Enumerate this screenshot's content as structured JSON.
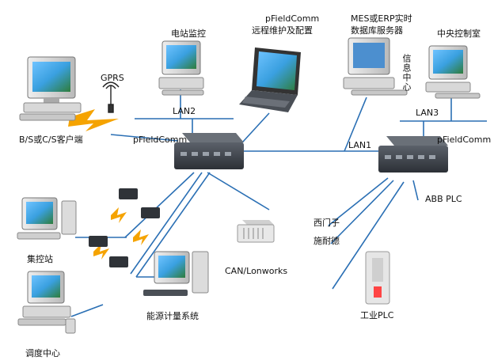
{
  "labels": {
    "power_station_monitor": "电站监控",
    "remote_maintenance_line1": "pFieldComm",
    "remote_maintenance_line2": "远程维护及配置",
    "mes_erp_line1": "MES或ERP实时",
    "mes_erp_line2": "数据库服务器",
    "central_control": "中央控制室",
    "info_center": "信息中心",
    "gprs": "GPRS",
    "bs_cs_client": "B/S或C/S客户端",
    "lan2": "LAN2",
    "lan1": "LAN1",
    "lan3": "LAN3",
    "gateway_left": "pFieldComm",
    "gateway_right": "pFieldComm",
    "abb_plc": "ABB PLC",
    "siemens": "西门子",
    "schneider": "施耐德",
    "can_lonworks": "CAN/Lonworks",
    "industrial_plc": "工业PLC",
    "collection_station": "集控站",
    "energy_metering": "能源计量系统",
    "dispatch_center": "调度中心"
  },
  "colors": {
    "network_line": "#2a6fb4",
    "bolt": "#f5a300",
    "device_body": "#3a3f46"
  },
  "icons": [
    "computer-icon",
    "laptop-icon",
    "server-icon",
    "gateway-icon",
    "plc-icon",
    "modem-icon",
    "lightning-icon",
    "antenna-icon"
  ]
}
